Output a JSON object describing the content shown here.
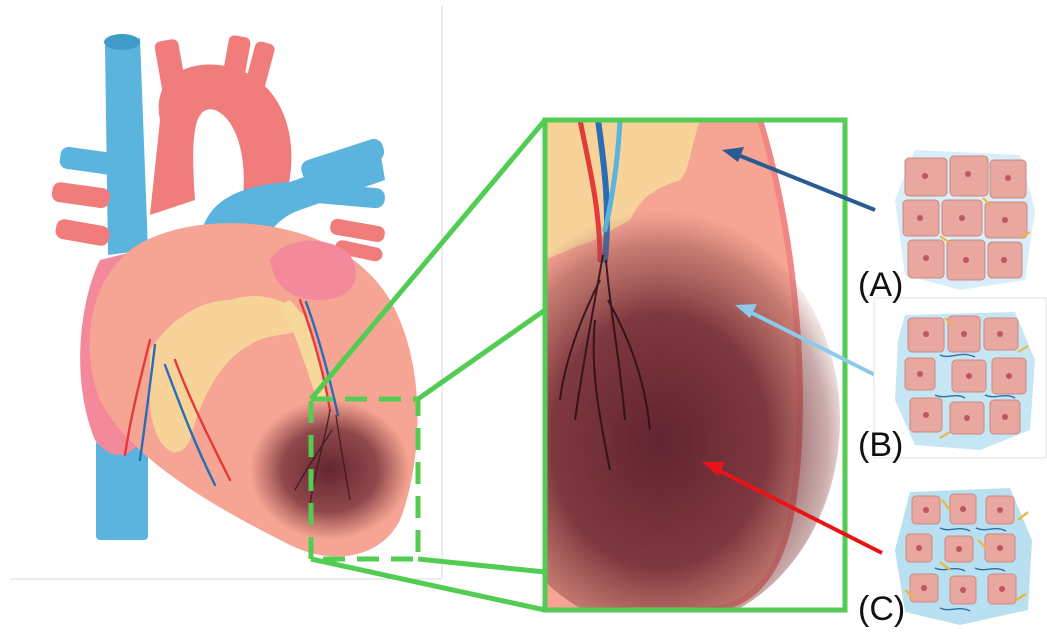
{
  "labels": {
    "a": "(A)",
    "b": "(B)",
    "c": "(C)"
  },
  "colors": {
    "highlight_green": "#52cc52",
    "arrow_a": "#2a5b93",
    "arrow_b": "#8ec9ea",
    "arrow_c": "#e8141b",
    "vein_blue": "#5bb4dd",
    "artery_red": "#f08784",
    "heart_muscle": "#f6a493",
    "fat_yellow": "#f7d89b",
    "infarct_dark": "#5c1f2c",
    "cell_pink": "#e8a8a0",
    "fibrosis_blue": "#bfe3f2"
  }
}
